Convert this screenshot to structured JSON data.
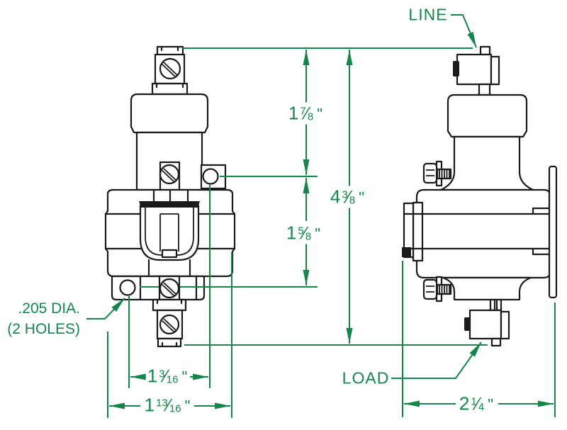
{
  "drawing": {
    "background": "#ffffff",
    "ink_color": "#1a1a1a",
    "annotation_color": "#15854B"
  },
  "glyphs": {
    "fraction_slash": "⁄",
    "inch_mark": "\""
  },
  "callouts": {
    "line_terminal": "LINE",
    "load_terminal": "LOAD",
    "mounting_holes": {
      "line1": ".205 DIA.",
      "line2": "(2 HOLES)"
    }
  },
  "dimensions": {
    "upper_height": {
      "whole": "1",
      "numerator": "7",
      "denominator": "8"
    },
    "lower_height": {
      "whole": "1",
      "numerator": "5",
      "denominator": "8"
    },
    "overall_height": {
      "whole": "4",
      "numerator": "3",
      "denominator": "8"
    },
    "hole_spacing": {
      "whole": "1",
      "numerator": "3",
      "denominator": "16"
    },
    "overall_width": {
      "whole": "1",
      "numerator": "13",
      "denominator": "16"
    },
    "overall_depth": {
      "whole": "2",
      "numerator": "1",
      "denominator": "4"
    }
  }
}
